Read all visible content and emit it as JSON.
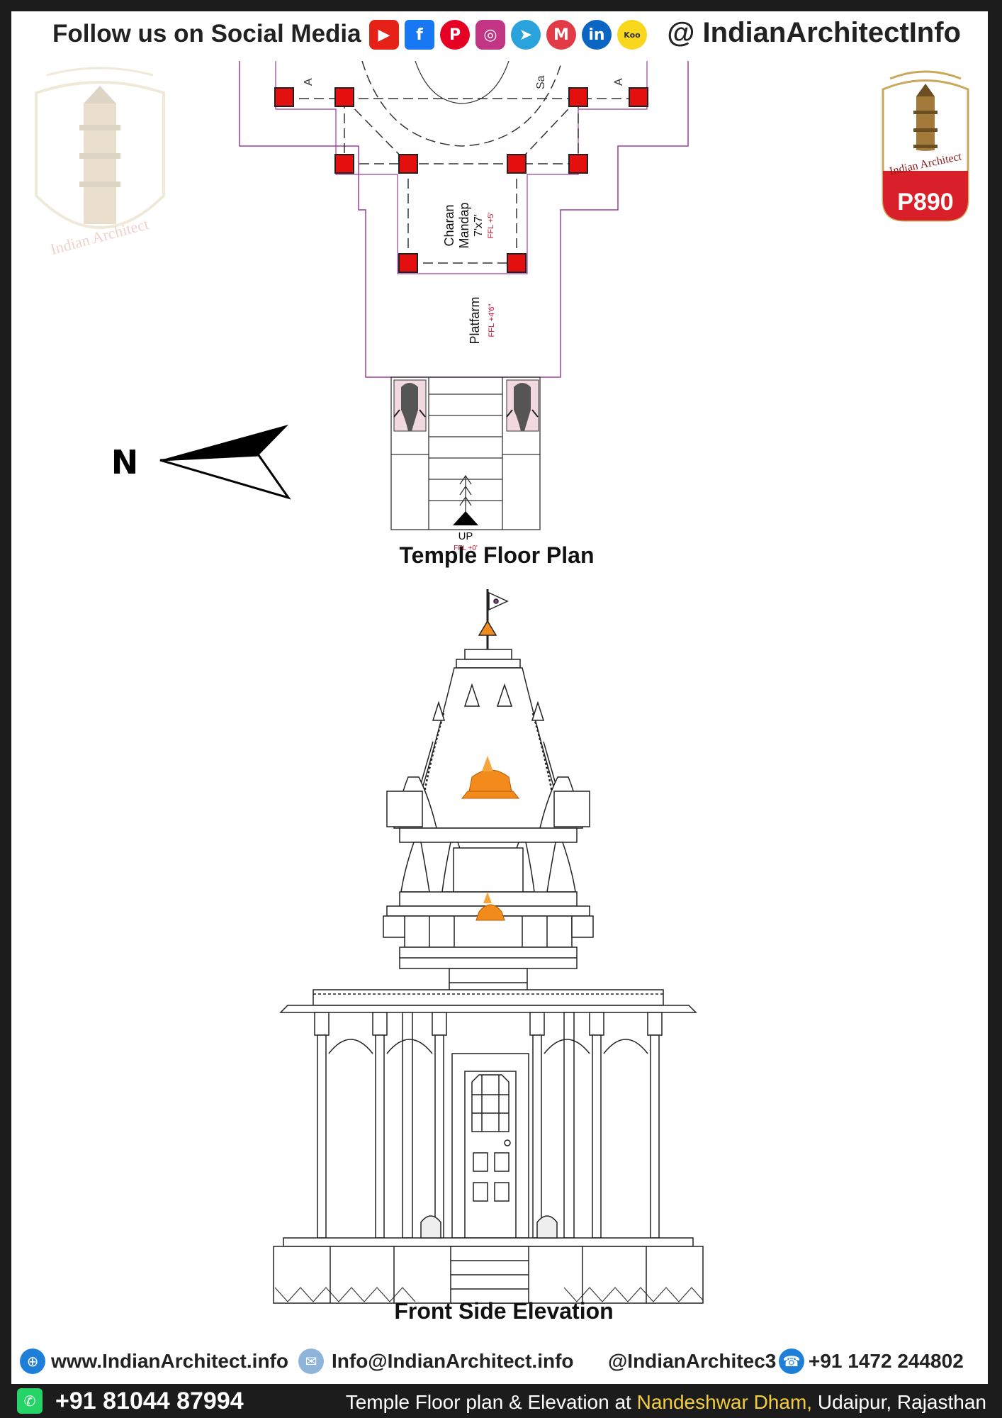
{
  "header": {
    "follow_label": "Follow us on Social Media",
    "handle": "@ IndianArchitectInfo",
    "social_icons": [
      "youtube-icon",
      "facebook-icon",
      "pinterest-icon",
      "instagram-icon",
      "telegram-icon",
      "moj-icon",
      "linkedin-icon",
      "koo-icon"
    ],
    "koo_label": "Koo"
  },
  "watermark": {
    "logo_text": "Indian Architect"
  },
  "badge": {
    "logo_text": "Indian Architect",
    "code": "P890"
  },
  "floor_plan": {
    "caption": "Temple Floor Plan",
    "rooms": {
      "charan_line1": "Charan",
      "charan_line2": "Mandap",
      "charan_size": "7'x7'",
      "charan_ffl": "FFL +5'",
      "platform": "Platfarm",
      "platform_ffl": "FFL +4'6\"",
      "cut_label_a1": "A",
      "cut_label_sa": "Sa",
      "cut_label_a2": "A"
    },
    "stair": {
      "label": "UP",
      "ffl": "FFL +0'"
    },
    "north": "N"
  },
  "elevation": {
    "caption": "Front Side Elevation"
  },
  "footer": {
    "website": "www.IndianArchitect.info",
    "email": "Info@IndianArchitect.info",
    "social_handle": "@IndianArchitec3",
    "phone_landline": "+91 1472 244802",
    "phone_whatsapp": "+91 81044 87994",
    "desc_pre": "Temple Floor plan & Elevation at ",
    "desc_highlight": "Nandeshwar Dham,",
    "desc_post": " Udaipur, Rajasthan"
  },
  "colors": {
    "frame": "#1c1c1c",
    "outline": "#9b3e9b",
    "column": "#e41010",
    "saffron": "#f28a1c",
    "badge_red": "#d9202a",
    "highlight": "#f2cd3c"
  }
}
